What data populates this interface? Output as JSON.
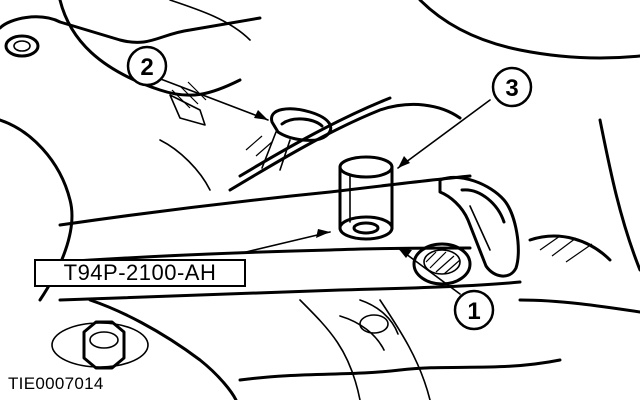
{
  "figure": {
    "part_code": "T94P-2100-AH",
    "figure_id": "TIE0007014"
  },
  "callouts": [
    {
      "number": "1"
    },
    {
      "number": "2"
    },
    {
      "number": "3"
    }
  ]
}
